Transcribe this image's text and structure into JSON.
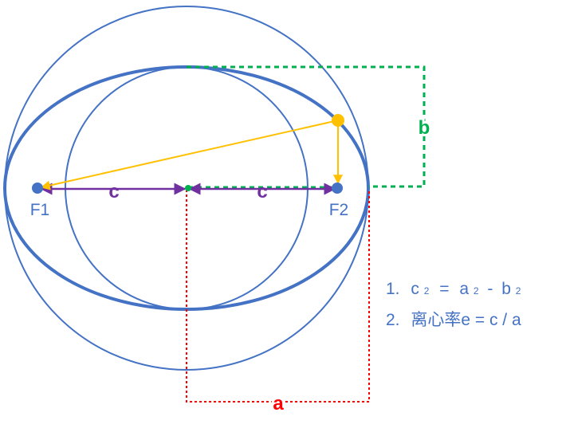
{
  "colors": {
    "geometry": "#4472C4",
    "c_segment": "#7030A0",
    "b_segment": "#00B050",
    "a_segment": "#FF0000",
    "point": "#FFC000",
    "background": "#FFFFFF"
  },
  "labels": {
    "focus_left": "F1",
    "focus_right": "F2",
    "c_left": "c",
    "c_right": "c",
    "b": "b",
    "a": "a"
  },
  "formulas": {
    "line1": {
      "number": "1.",
      "c": "c",
      "c_sub": "2",
      "eq": "=",
      "a": "a",
      "a_sub": "2",
      "minus": "-",
      "b": "b",
      "b_sub": "2"
    },
    "line2": {
      "number": "2.",
      "text": "离心率e = c / a"
    }
  }
}
